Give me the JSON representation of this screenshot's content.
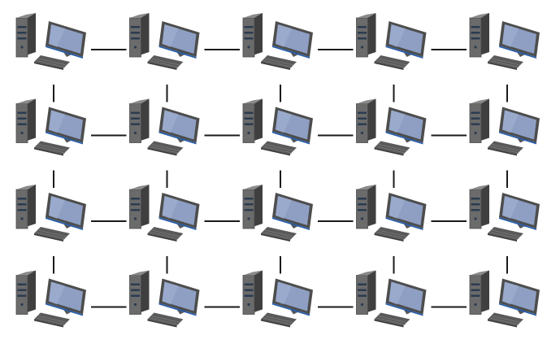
{
  "diagram": {
    "type": "grid-mesh-network",
    "rows": 4,
    "columns": 5,
    "node_icon": "desktop-computer-icon",
    "node_parts": [
      "tower-case",
      "monitor",
      "keyboard"
    ],
    "links": "orthogonal-neighbors",
    "colors": {
      "background": "#ffffff",
      "link": "#1a1a1a",
      "tower_front": "#6b6b6b",
      "tower_side": "#3f3f3f",
      "tower_stripe": "#2b3b50",
      "monitor_bezel": "#4d4d4d",
      "monitor_screen": "#8e9fc3",
      "monitor_accent": "#2a5ea8",
      "keyboard": "#5a5a5a"
    }
  }
}
